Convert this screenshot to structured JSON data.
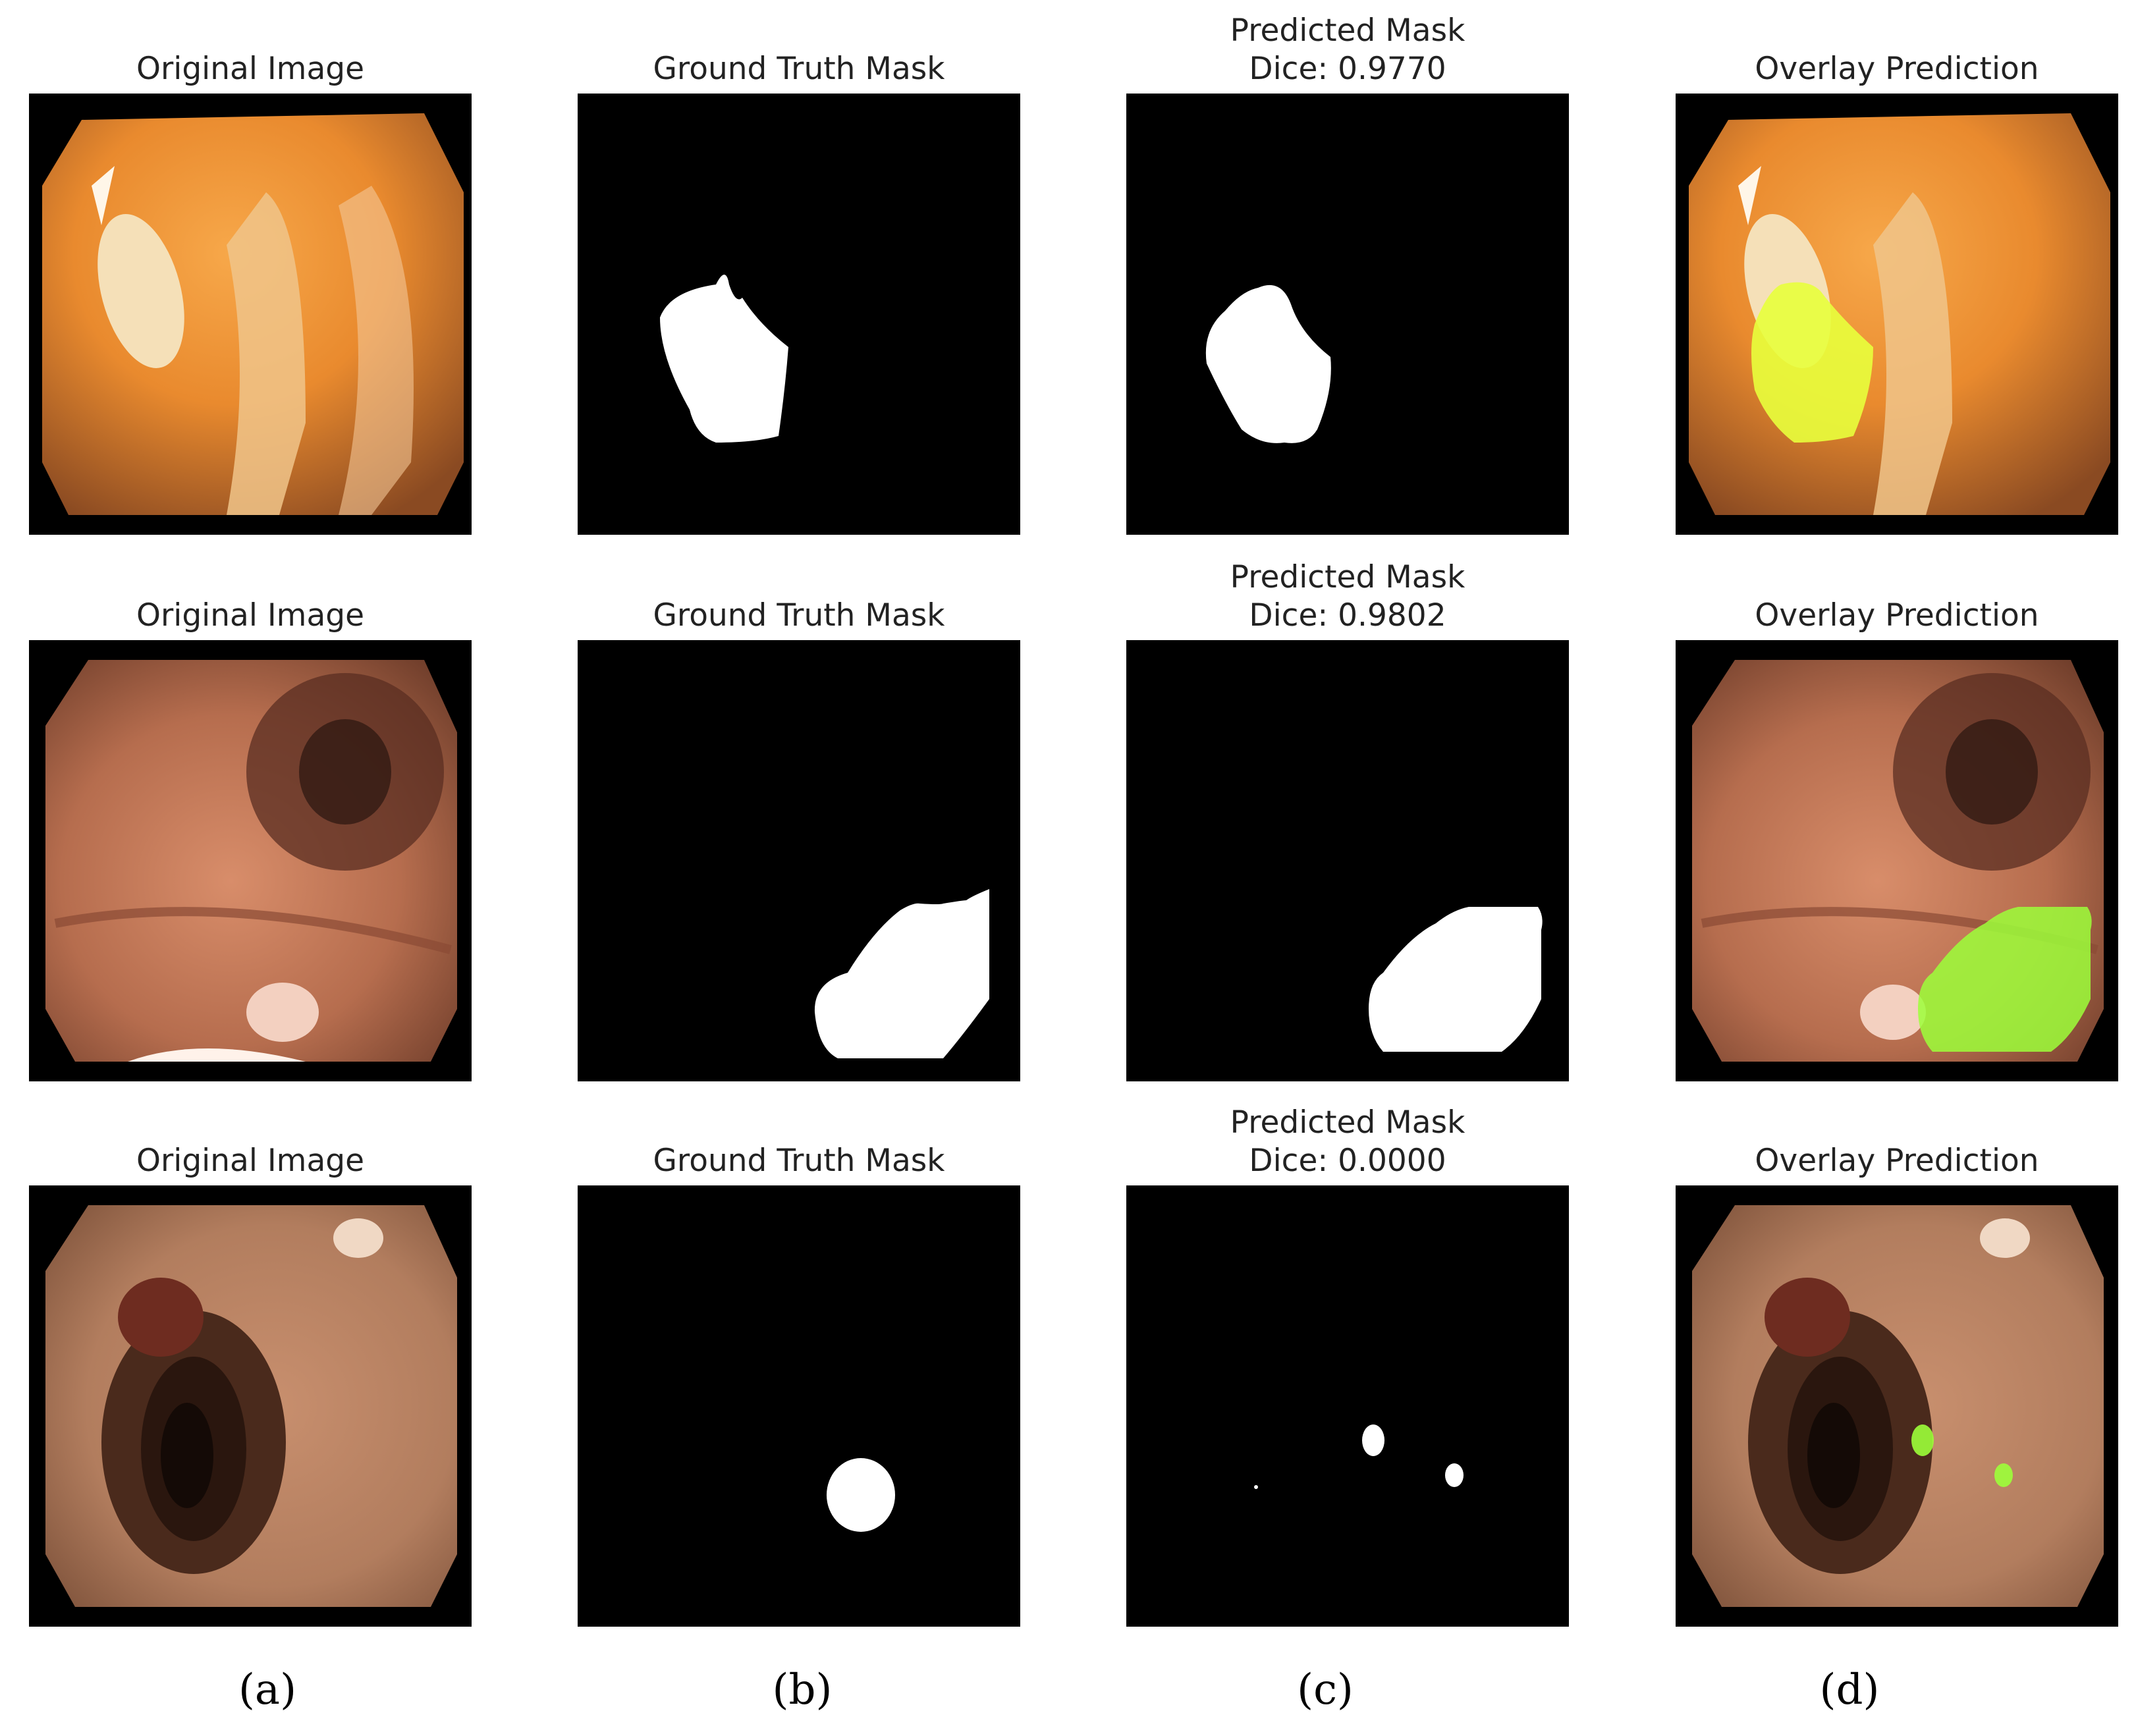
{
  "titles": {
    "original": "Original Image",
    "ground_truth": "Ground Truth Mask",
    "predicted": "Predicted Mask",
    "overlay": "Overlay Prediction"
  },
  "rows": [
    {
      "dice": "Dice: 0.9770"
    },
    {
      "dice": "Dice: 0.9802"
    },
    {
      "dice": "Dice: 0.0000"
    }
  ],
  "column_labels": [
    "(a)",
    "(b)",
    "(c)",
    "(d)"
  ],
  "colors": {
    "mask_background": "#000000",
    "mask_foreground": "#ffffff",
    "overlay_highlight": "#9cff3a",
    "overlay_highlight_row1": "#e8ff3c"
  }
}
